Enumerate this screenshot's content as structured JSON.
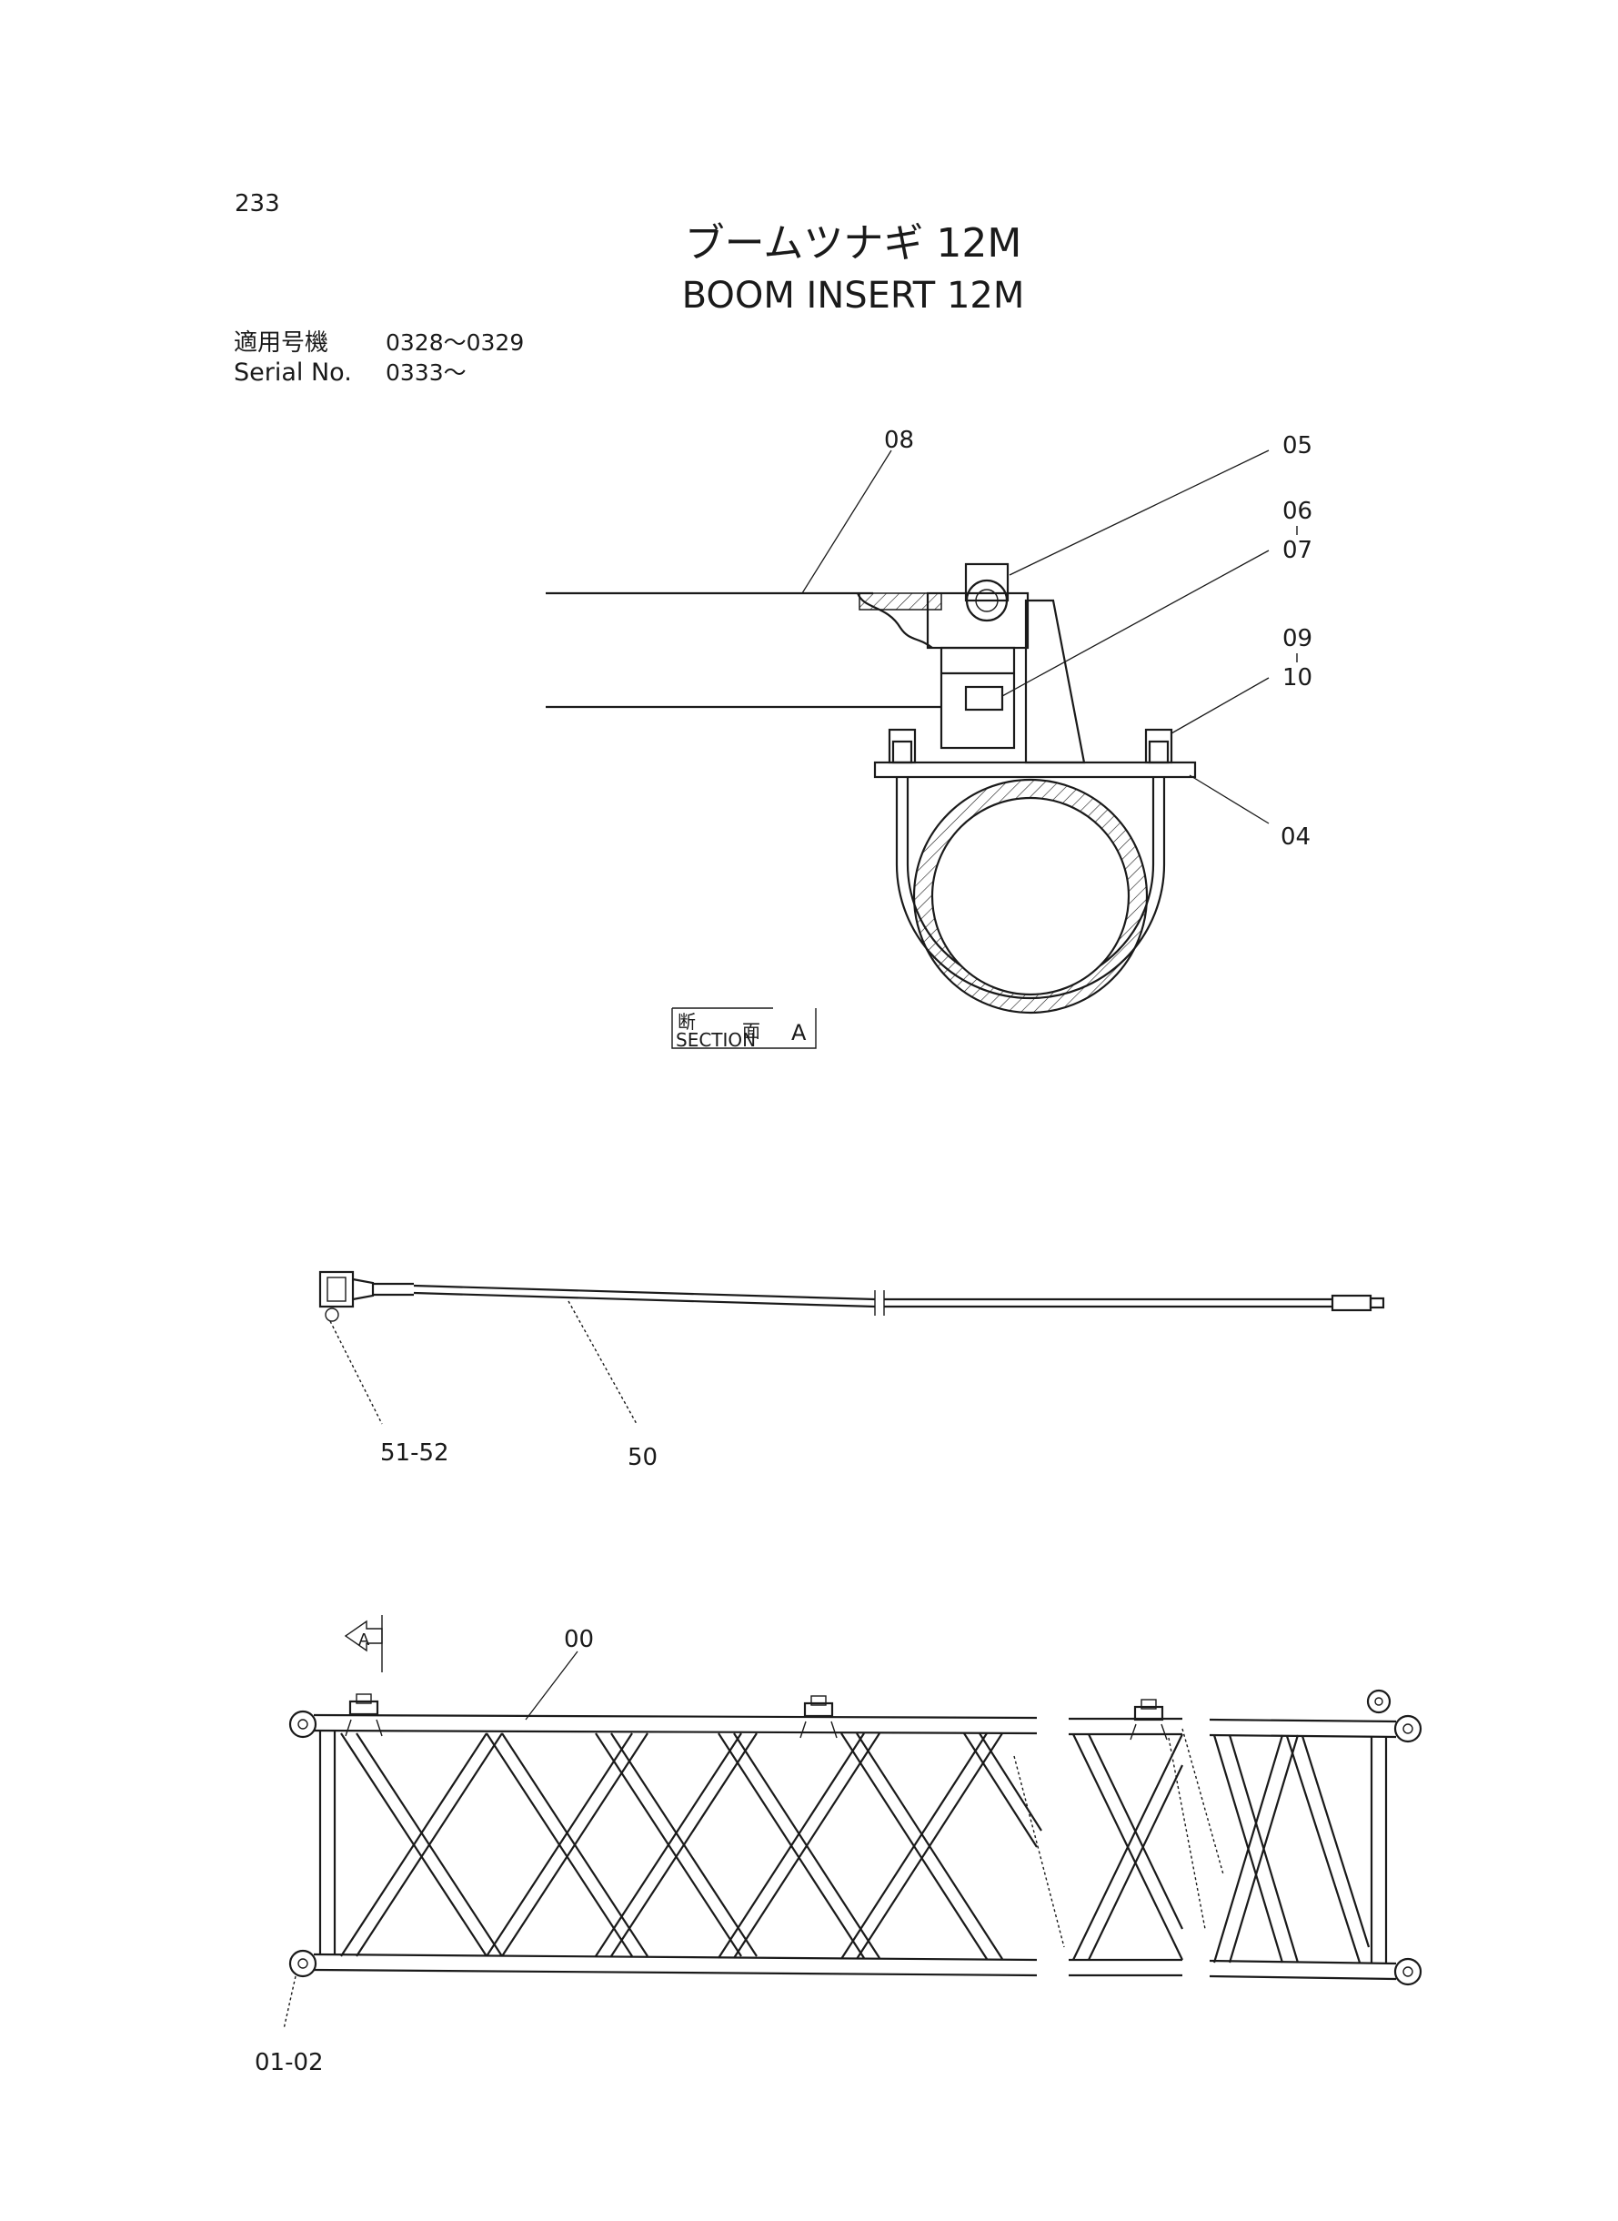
{
  "page_number": "233",
  "title_jp": "ブームツナギ 12M",
  "title_en": "BOOM INSERT 12M",
  "serial": {
    "label_jp": "適用号機",
    "range_jp": "0328～0329",
    "label_en": "Serial No.",
    "range_en": "0333～"
  },
  "section_tag": {
    "jp_left": "断",
    "jp_right": "面",
    "en": "SECTION",
    "letter": "A"
  },
  "view_arrow_letter": "A",
  "callouts": {
    "c08": "08",
    "c05": "05",
    "c06": "06",
    "c07": "07",
    "c09": "09",
    "c10": "10",
    "c04": "04",
    "c51_52": "51-52",
    "c50": "50",
    "c00": "00",
    "c01_02": "01-02"
  }
}
